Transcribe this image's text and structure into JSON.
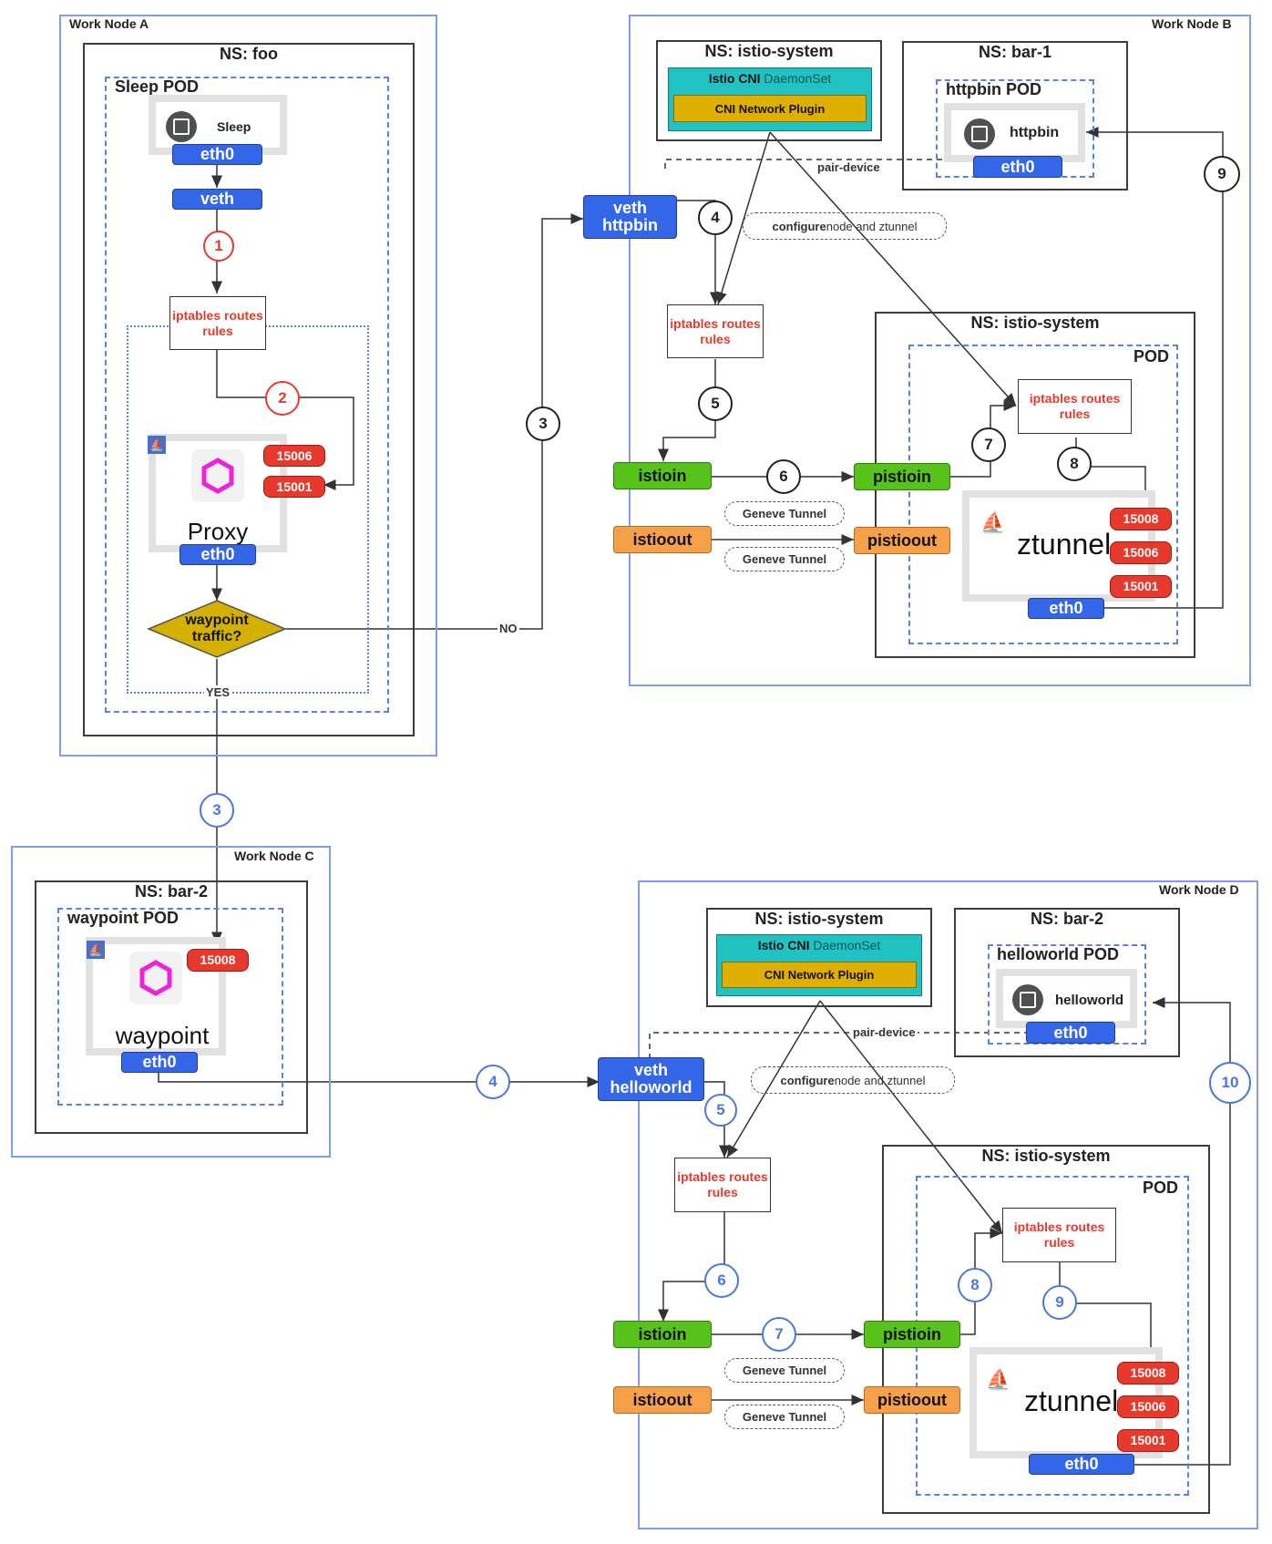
{
  "nodes": {
    "a": "Work Node A",
    "b": "Work Node B",
    "c": "Work Node C",
    "d": "Work Node D"
  },
  "ns": {
    "foo": "NS: foo",
    "istio_system": "NS: istio-system",
    "bar1": "NS: bar-1",
    "bar2": "NS: bar-2"
  },
  "pods": {
    "sleep": "Sleep POD",
    "httpbin": "httpbin POD",
    "pod": "POD",
    "waypoint": "waypoint POD",
    "helloworld": "helloworld POD"
  },
  "apps": {
    "sleep": "Sleep",
    "httpbin": "httpbin",
    "proxy": "Proxy",
    "waypoint": "waypoint",
    "helloworld": "helloworld",
    "ztunnel": "ztunnel"
  },
  "iface": {
    "eth0": "eth0",
    "veth": "veth",
    "veth_httpbin": "veth httpbin",
    "veth_helloworld": "veth helloworld",
    "istioin": "istioin",
    "istioout": "istioout",
    "pistioin": "pistioin",
    "pistioout": "pistioout"
  },
  "ports": {
    "p15006": "15006",
    "p15001": "15001",
    "p15008": "15008"
  },
  "iptables": "iptables routes rules",
  "decision": "waypoint traffic?",
  "yes": "YES",
  "no": "NO",
  "cni": {
    "daemon_bold": "Istio CNI",
    "daemon_rest": " DaemonSet",
    "plugin": "CNI Network Plugin"
  },
  "configure": {
    "bold": "configure",
    "rest": " node and ztunnel"
  },
  "tunnel": "Geneve Tunnel",
  "pair": "pair-device",
  "steps": {
    "s1": "1",
    "s2": "2",
    "s3": "3",
    "s4": "4",
    "s5": "5",
    "s6": "6",
    "s7": "7",
    "s8": "8",
    "s9": "9",
    "s10": "10"
  },
  "colors": {
    "node": "#7f9ef0",
    "blue": "#3467e8",
    "green": "#56c21a",
    "orange": "#f7a04a",
    "red": "#e8392d",
    "teal": "#21c2c2",
    "gold": "#e0b000",
    "diamond": "#d4b100",
    "hex": "#ee22dd"
  },
  "icons": [
    "chip-icon",
    "hexagon-icon",
    "istio-icon",
    "sail-icon"
  ]
}
